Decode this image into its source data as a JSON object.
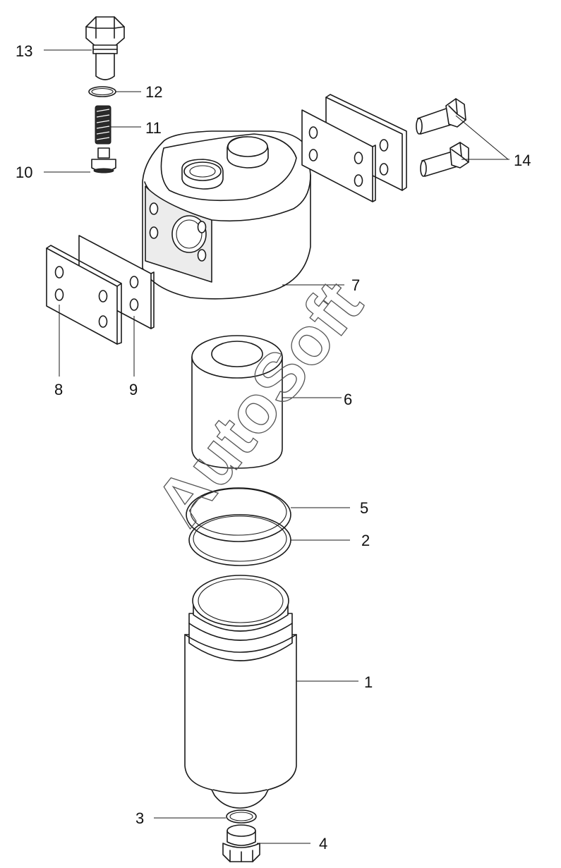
{
  "labels": {
    "p1": "1",
    "p2": "2",
    "p3": "3",
    "p4": "4",
    "p5": "5",
    "p6": "6",
    "p7": "7",
    "p8": "8",
    "p9": "9",
    "p10": "10",
    "p11": "11",
    "p12": "12",
    "p13": "13",
    "p14": "14"
  },
  "watermark": "AutoSoft"
}
